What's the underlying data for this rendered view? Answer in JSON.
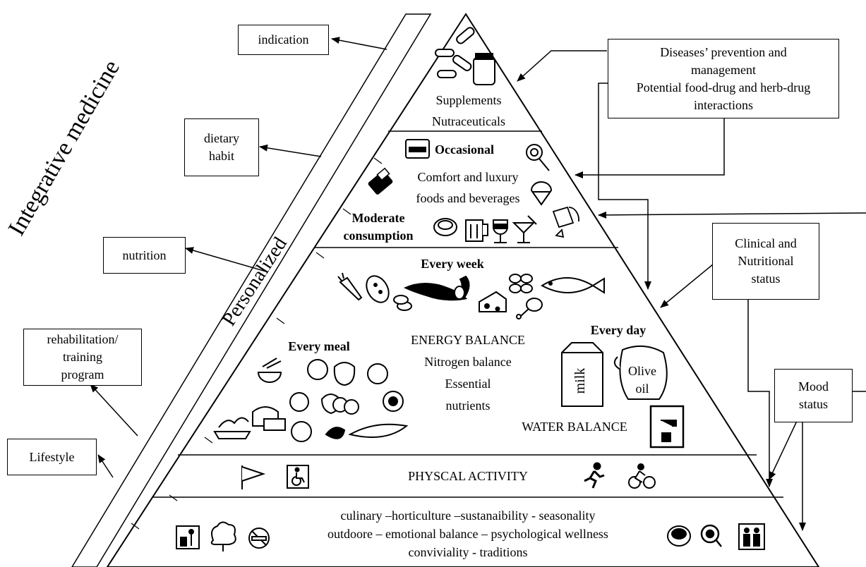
{
  "side_labels": {
    "integrative": "Integrative medicine",
    "personalized": "Personalized"
  },
  "left_boxes": {
    "indication": "indication",
    "dietary": "dietary\nhabit",
    "nutrition": "nutrition",
    "rehab": "rehabilitation/\ntraining\nprogram",
    "lifestyle": "Lifestyle"
  },
  "right_boxes": {
    "diseases": "Diseases’ prevention and\nmanagement\nPotential food-drug and herb-drug\ninteractions",
    "clinical": "Clinical and\nNutritional\nstatus",
    "mood": "Mood\nstatus"
  },
  "pyramid": {
    "supplements": "Supplements",
    "nutraceuticals": "Nutraceuticals",
    "occasional": "Occasional",
    "comfort1": "Comfort and luxury",
    "comfort2": "foods and beverages",
    "moderate1": "Moderate",
    "moderate2": "consumption",
    "every_week": "Every week",
    "every_meal": "Every meal",
    "every_day": "Every day",
    "energy": "ENERGY BALANCE",
    "nitrogen": "Nitrogen balance",
    "essential": "Essential",
    "nutrients": "nutrients",
    "water": "WATER BALANCE",
    "milk": "milk",
    "olive": "Olive",
    "oil": "oil",
    "activity": "PHYSCAL ACTIVITY",
    "base1": "culinary –horticulture –sustanaibility - seasonality",
    "base2": "outdoore – emotional balance – psychological wellness",
    "base3": "conviviality - traditions"
  }
}
